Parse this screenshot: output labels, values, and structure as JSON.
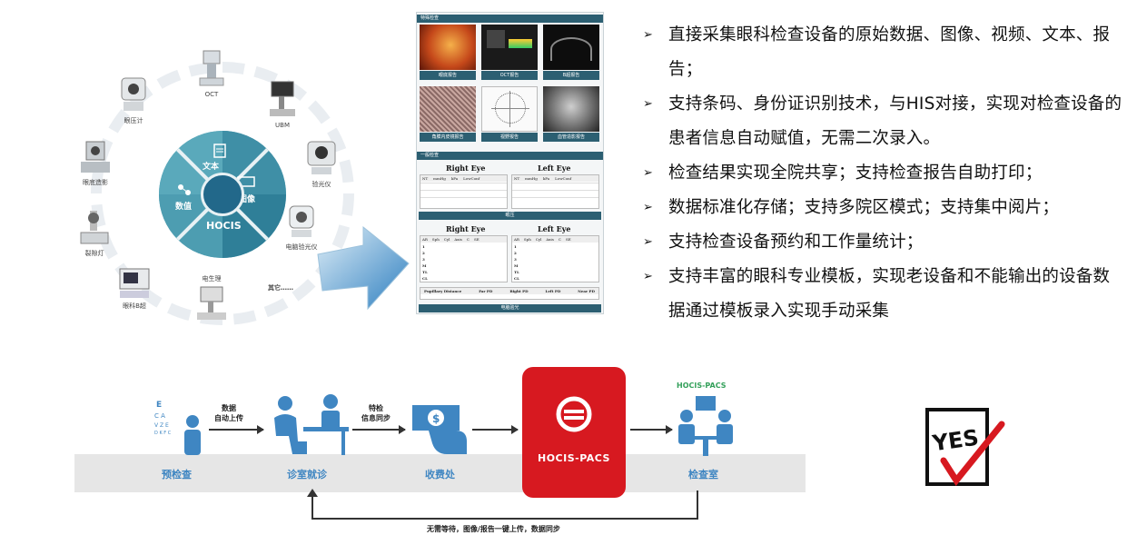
{
  "ring": {
    "devices": [
      {
        "id": "oct",
        "label": "OCT"
      },
      {
        "id": "ubm",
        "label": "UBM"
      },
      {
        "id": "refract",
        "label": "验光仪"
      },
      {
        "id": "eyeboard",
        "label": "电脑验光仪"
      },
      {
        "id": "others",
        "label": "其它……"
      },
      {
        "id": "ep",
        "label": "电生理"
      },
      {
        "id": "bscan",
        "label": "眼科B超"
      },
      {
        "id": "slitlamp",
        "label": "裂隙灯"
      },
      {
        "id": "fundus",
        "label": "眼底造影"
      },
      {
        "id": "tono",
        "label": "眼压计"
      }
    ],
    "hub": {
      "text": "文本",
      "image": "图像",
      "value": "数值",
      "core": "HOCIS"
    }
  },
  "report": {
    "special_header": "特殊检查",
    "thumbs": [
      "眼底报告",
      "OCT报告",
      "B超报告",
      "角膜内皮镜报告",
      "视野报告",
      "血管造影报告"
    ],
    "general_header": "一般检查",
    "iop": {
      "right_title": "Right Eye",
      "left_title": "Left Eye",
      "cols": [
        "NT",
        "mmHg",
        "kPa",
        "LowConf"
      ],
      "band": "眼压"
    },
    "refraction": {
      "right_title": "Right Eye",
      "left_title": "Left Eye",
      "cols": [
        "AR",
        "Sph",
        "Cyl",
        "Axis",
        "C",
        "SE"
      ],
      "rows": [
        "1",
        "2",
        "3",
        "M",
        "TL",
        "CL"
      ]
    },
    "pd": {
      "cols": [
        "Pupillary Distance",
        "Far PD",
        "Right PD",
        "Left PD",
        "Near PD"
      ]
    },
    "footer_band": "电脑验光"
  },
  "features": [
    "直接采集眼科检查设备的原始数据、图像、视频、文本、报告；",
    "支持条码、身份证识别技术，与HIS对接，实现对检查设备的患者信息自动赋值，无需二次录入。",
    "检查结果实现全院共享；支持检查报告自助打印；",
    "数据标准化存储；支持多院区模式；支持集中阅片；",
    "支持检查设备预约和工作量统计；",
    "支持丰富的眼科专业模板，实现老设备和不能输出的设备数据通过模板录入实现手动采集"
  ],
  "workflow": {
    "steps": [
      "预检查",
      "诊室就诊",
      "收费处",
      "检查室"
    ],
    "arrow1": "数据\n自动上传",
    "arrow2": "特检\n信息同步",
    "hocis": "HOCIS-PACS",
    "pacs_small": "HOCIS-PACS",
    "return_text": "无需等待，图像/报告一键上传，数据同步"
  },
  "colors": {
    "accent_blue": "#3f86c2",
    "brand_red": "#d71920",
    "panel_dark": "#2c5f72",
    "teal": "#4b9cb0"
  }
}
